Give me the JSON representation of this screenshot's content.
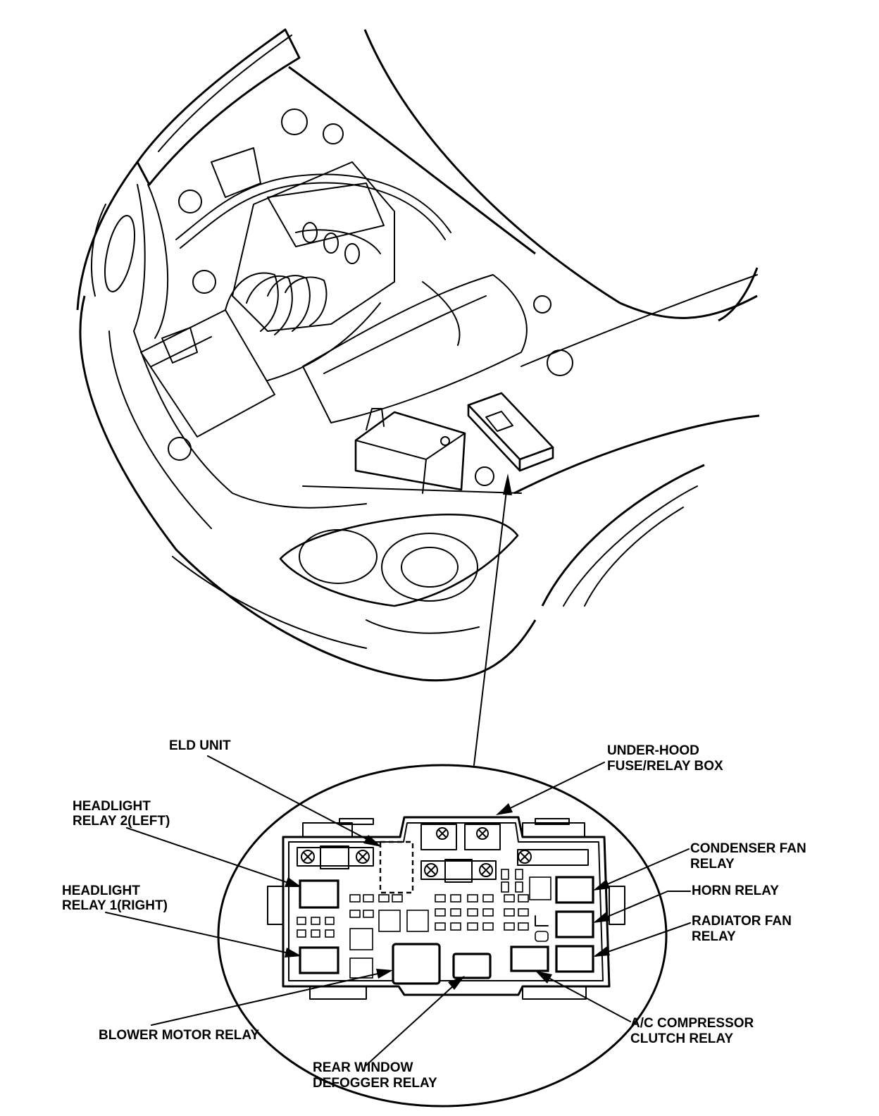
{
  "labels": {
    "eld_unit": "ELD UNIT",
    "under_hood_1": "UNDER-HOOD",
    "under_hood_2": "FUSE/RELAY BOX",
    "headlight_relay2_1": "HEADLIGHT",
    "headlight_relay2_2": "RELAY 2(LEFT)",
    "headlight_relay1_1": "HEADLIGHT",
    "headlight_relay1_2": "RELAY 1(RIGHT)",
    "condenser_fan_1": "CONDENSER FAN",
    "condenser_fan_2": "RELAY",
    "horn_relay": "HORN RELAY",
    "radiator_fan_1": "RADIATOR FAN",
    "radiator_fan_2": "RELAY",
    "blower_motor_relay": "BLOWER MOTOR RELAY",
    "rear_window_1": "REAR WINDOW",
    "rear_window_2": "DEFOGGER RELAY",
    "ac_compressor_1": "A/C COMPRESSOR",
    "ac_compressor_2": "CLUTCH RELAY"
  }
}
